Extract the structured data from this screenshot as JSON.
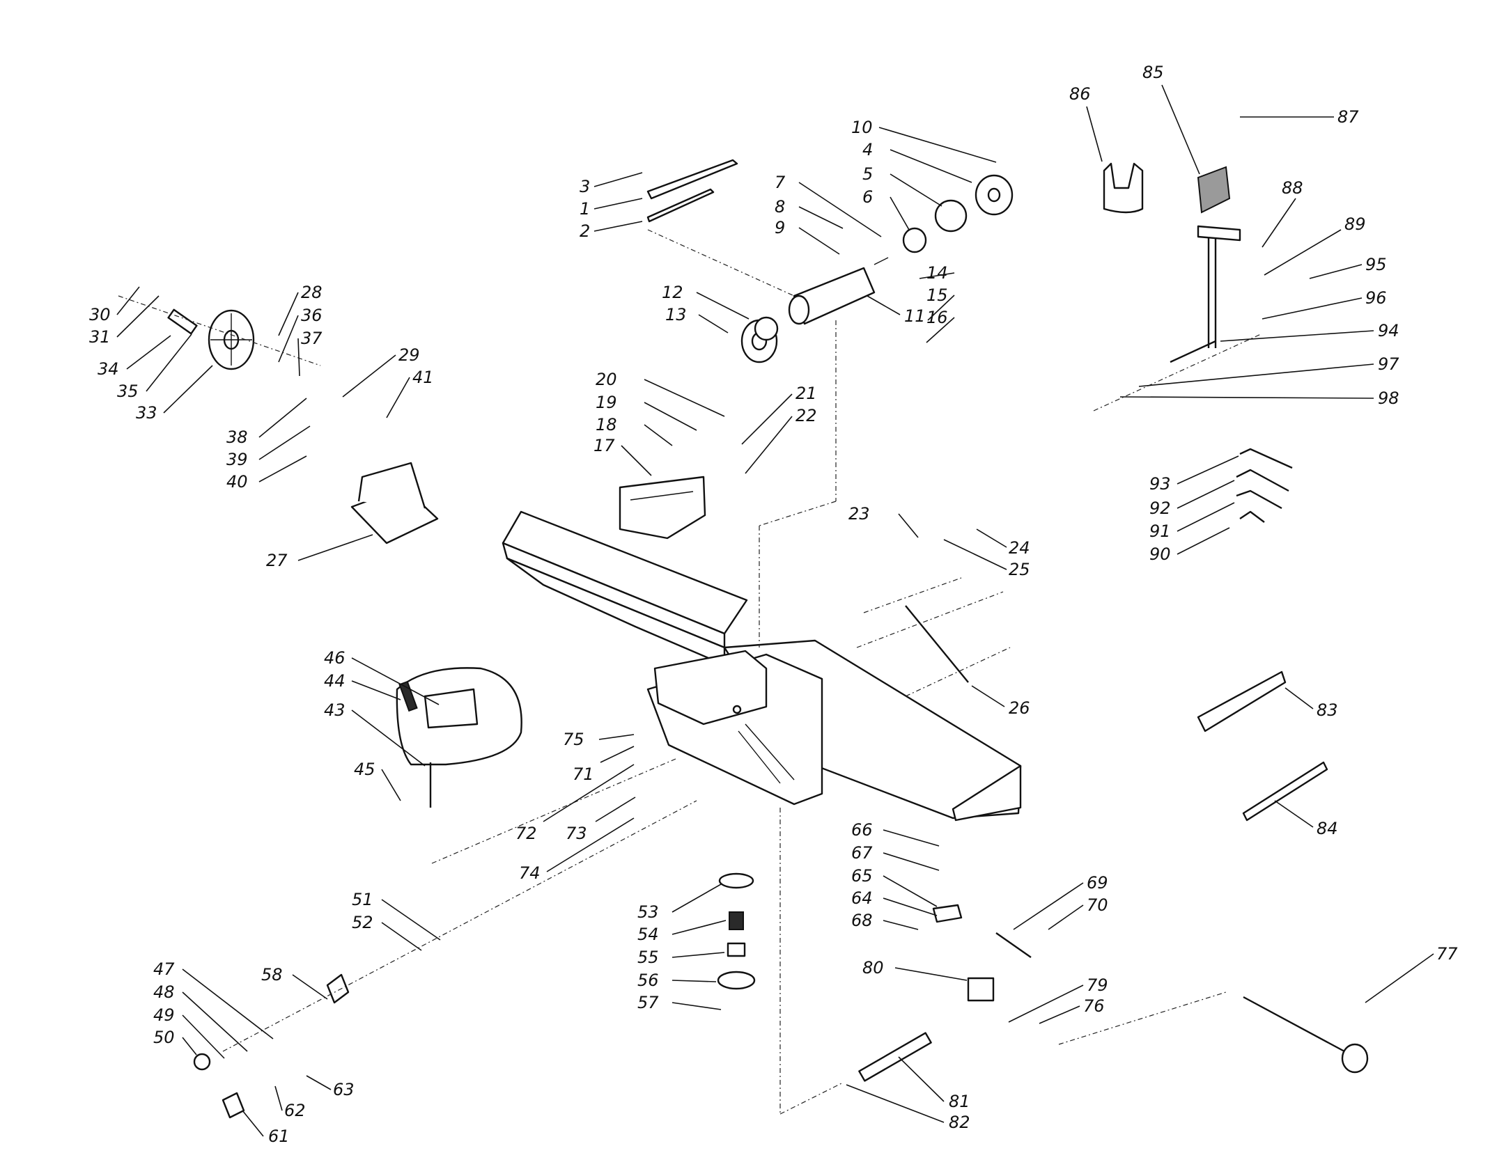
{
  "diagram": {
    "labels": [
      "1",
      "2",
      "3",
      "4",
      "5",
      "6",
      "7",
      "8",
      "9",
      "10",
      "11",
      "12",
      "13",
      "14",
      "15",
      "16",
      "17",
      "18",
      "19",
      "20",
      "21",
      "22",
      "23",
      "24",
      "25",
      "26",
      "27",
      "28",
      "29",
      "30",
      "31",
      "33",
      "34",
      "35",
      "36",
      "37",
      "38",
      "39",
      "40",
      "41",
      "43",
      "44",
      "45",
      "46",
      "47",
      "48",
      "49",
      "50",
      "51",
      "52",
      "53",
      "54",
      "55",
      "56",
      "57",
      "58",
      "61",
      "62",
      "63",
      "64",
      "65",
      "66",
      "67",
      "68",
      "69",
      "70",
      "71",
      "72",
      "73",
      "74",
      "75",
      "76",
      "77",
      "79",
      "80",
      "81",
      "82",
      "83",
      "84",
      "85",
      "86",
      "87",
      "88",
      "89",
      "90",
      "91",
      "92",
      "93",
      "94",
      "95",
      "96",
      "97",
      "98"
    ]
  },
  "colors": {
    "ink": "#111111",
    "paper": "#ffffff"
  }
}
